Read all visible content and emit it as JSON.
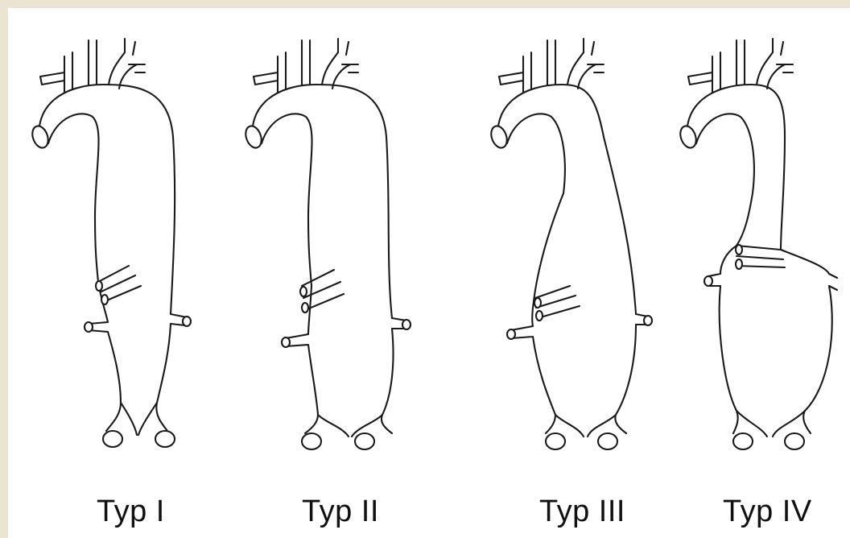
{
  "labels": {
    "type_1": "Typ I",
    "type_2": "Typ II",
    "type_3": "Typ III",
    "type_4": "Typ IV"
  },
  "colors": {
    "background_border": "#ece4d2",
    "panel": "#ffffff",
    "stroke": "#1a1a1a"
  }
}
